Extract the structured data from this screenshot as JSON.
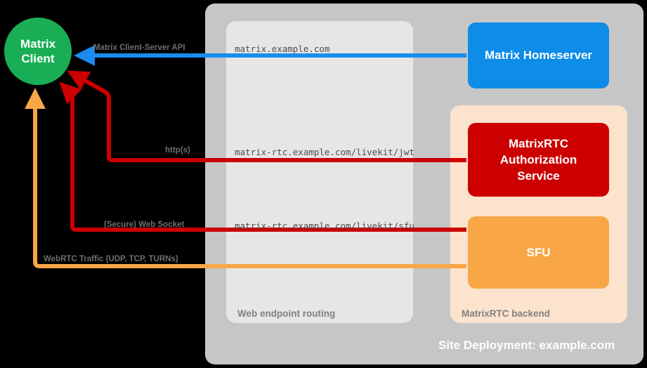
{
  "diagram": {
    "title": "Site Deployment: example.com",
    "colors": {
      "client": "#19ae55",
      "homeserver": "#0d8ce8",
      "authorization_service": "#cc0000",
      "sfu": "#f9a646",
      "site_container": "#c6c6c6",
      "routing_container": "#e6e6e6",
      "backend_container": "#fbe3cd",
      "background": "#000000",
      "edge_blue": "#1a8cf0",
      "edge_red": "#cc0000",
      "edge_orange": "#f9a646"
    }
  },
  "nodes": {
    "client": {
      "line1": "Matrix",
      "line2": "Client"
    },
    "homeserver": {
      "label": "Matrix Homeserver"
    },
    "auth_service": {
      "line1": "MatrixRTC",
      "line2": "Authorization",
      "line3": "Service"
    },
    "sfu": {
      "label": "SFU"
    }
  },
  "containers": {
    "site_deployment": {
      "caption": "Site Deployment: example.com"
    },
    "web_endpoint_routing": {
      "caption": "Web endpoint routing"
    },
    "matrixrtc_backend": {
      "caption": "MatrixRTC backend"
    }
  },
  "edges": [
    {
      "id": "cs-api",
      "protocol_label": "Matrix Client-Server API",
      "url_label": "matrix.example.com",
      "color": "#1a8cf0",
      "from": "homeserver",
      "to": "client"
    },
    {
      "id": "jwt",
      "protocol_label": "http(s)",
      "url_label": "matrix-rtc.example.com/livekit/jwt",
      "color": "#cc0000",
      "from": "client",
      "to": "auth_service"
    },
    {
      "id": "sfu-ws",
      "protocol_label": "(Secure) Web Socket",
      "url_label": "matrix-rtc.example.com/livekit/sfu",
      "color": "#cc0000",
      "from": "client",
      "to": "sfu"
    },
    {
      "id": "webrtc",
      "protocol_label": "WebRTC Traffic (UDP, TCP, TURNs)",
      "url_label": "",
      "color": "#f9a646",
      "from": "client",
      "to": "sfu"
    }
  ]
}
